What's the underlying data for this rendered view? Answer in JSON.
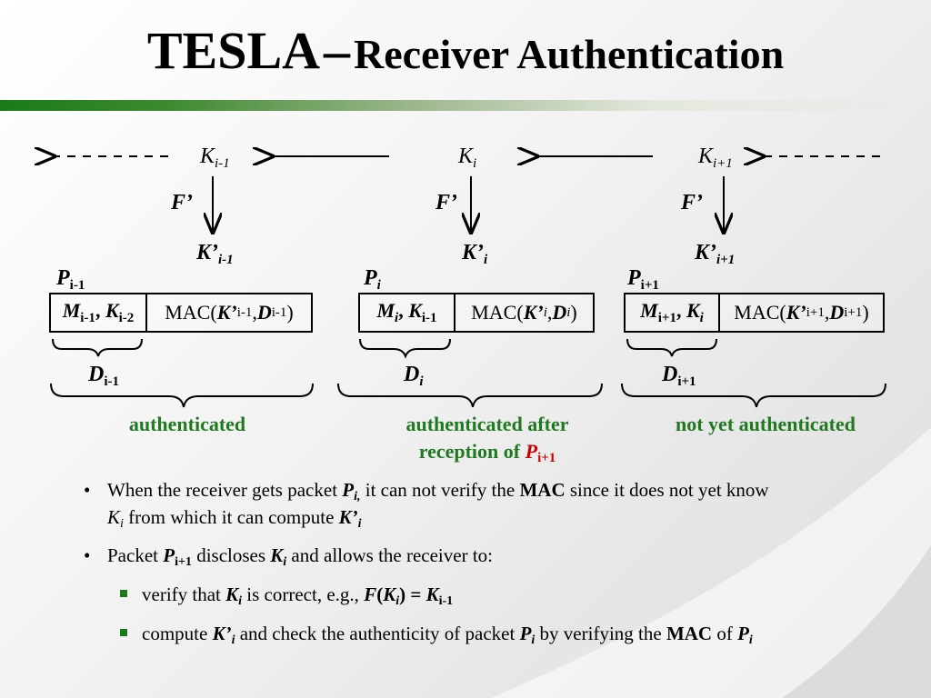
{
  "title": {
    "main": "TESLA",
    "dash": "–",
    "rest": "Receiver Authentication"
  },
  "keys": {
    "k": "K",
    "km1_sub": "i-1",
    "ki_sub": "i",
    "kp1_sub": "i+1"
  },
  "func": "F’",
  "derived": {
    "k": "K’",
    "km1_sub": "i-1",
    "ki_sub": "i",
    "kp1_sub": "i+1"
  },
  "packets": {
    "p": "P",
    "pm1_sub": "i-1",
    "pi_sub": "i",
    "pp1_sub": "i+1",
    "cell_m1": {
      "m": "M",
      "m_sub": "i-1",
      "sep": ", ",
      "k": "K",
      "k_sub": "i-2"
    },
    "cell_m2": {
      "m": "M",
      "m_sub": "i",
      "sep": ", ",
      "k": "K",
      "k_sub": "i-1"
    },
    "cell_m3": {
      "m": "M",
      "m_sub": "i+1",
      "sep": ", ",
      "k": "K",
      "k_sub": "i"
    },
    "mac_open": "MAC(",
    "mac_close": ")",
    "mac_k": "K’",
    "mac_sep": ", ",
    "mac_d": "D",
    "mac1": {
      "k_sub": "i-1",
      "d_sub": "i-1"
    },
    "mac2": {
      "k_sub": "i",
      "d_sub": "i"
    },
    "mac3": {
      "k_sub": "i+1",
      "d_sub": "i+1"
    }
  },
  "data_labels": {
    "d": "D",
    "dm1_sub": "i-1",
    "di_sub": "i",
    "dp1_sub": "i+1"
  },
  "captions": {
    "c1": "authenticated",
    "c2_line1": "authenticated after",
    "c2_line2": "reception of",
    "c2_p": "P",
    "c2_sub": "i+1",
    "c3": "not yet authenticated"
  },
  "bullets": {
    "b1_a": "When the receiver gets packet ",
    "b1_p": "P",
    "b1_psub": "i,",
    "b1_b": " it can not verify the ",
    "b1_mac": "MAC",
    "b1_c": " since it does not yet know",
    "b1_k": "K",
    "b1_ksub": "i",
    "b1_d": " from which it can compute ",
    "b1_k2": "K’",
    "b1_k2sub": "i",
    "b2_a": "Packet ",
    "b2_p": "P",
    "b2_psub": "i+1",
    "b2_b": " discloses ",
    "b2_k": "K",
    "b2_ksub": "i",
    "b2_c": " and allows the receiver to:",
    "s1_a": "verify that ",
    "s1_k": "K",
    "s1_ksub": "i",
    "s1_b": " is correct, e.g., ",
    "s1_f": "F",
    "s1_paren": "(",
    "s1_k2": "K",
    "s1_k2sub": "i",
    "s1_eq": ") = ",
    "s1_k3": "K",
    "s1_k3sub": "i-1",
    "s2_a": "compute ",
    "s2_k": "K’",
    "s2_ksub": "i",
    "s2_b": " and check the authenticity of packet ",
    "s2_p": "P",
    "s2_psub": "i",
    "s2_c": " by verifying the ",
    "s2_mac": "MAC",
    "s2_d": " of ",
    "s2_p2": "P",
    "s2_p2sub": "i"
  }
}
